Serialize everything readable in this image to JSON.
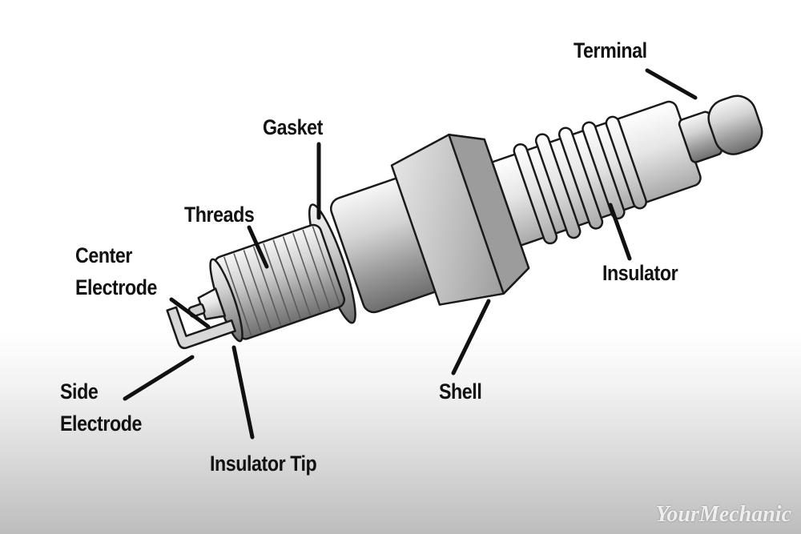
{
  "labels": {
    "terminal": "Terminal",
    "gasket": "Gasket",
    "threads": "Threads",
    "center_electrode_line1": "Center",
    "center_electrode_line2": "Electrode",
    "insulator": "Insulator",
    "shell": "Shell",
    "side_electrode_line1": "Side",
    "side_electrode_line2": "Electrode",
    "insulator_tip": "Insulator Tip"
  },
  "watermark": "YourMechanic",
  "colors": {
    "label_text": "#111111",
    "leader_line": "#111111",
    "outline": "#1a1a1a"
  }
}
